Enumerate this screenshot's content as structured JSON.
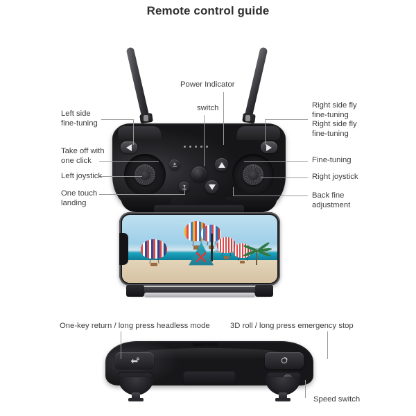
{
  "page": {
    "title": "Remote control guide"
  },
  "top_section": {
    "labels": {
      "left_side_fine_tuning": "Left side\nfine-tuning",
      "take_off_one_click": "Take off with\none click",
      "left_joystick": "Left joystick",
      "one_touch_landing": "One touch\nlanding",
      "power_indicator": "Power Indicator",
      "switch": "switch",
      "right_side_fly_fine_tuning": "Right side fly\nfine-tuning\nRight side fly\nfine-tuning",
      "fine_tuning": "Fine-tuning",
      "right_joystick": "Right joystick",
      "back_fine_adjustment": "Back fine\nadjustment"
    },
    "device": {
      "left_shoulder_icon": "left-arrow-icon",
      "right_shoulder_icon": "right-arrow-icon",
      "takeoff_icon": "takeoff-icon",
      "landing_icon": "landing-icon",
      "up_icon": "up-arrow-icon",
      "down_icon": "down-arrow-icon",
      "power_button_icon": "power-button-icon",
      "led_count": 5
    }
  },
  "phone_preview": {
    "scene_name": "hot-air-balloons-beach",
    "balloon_count": 5
  },
  "bottom_section": {
    "labels": {
      "one_key_return": "One-key return / long press headless mode",
      "three_d_roll": "3D roll / long press emergency stop",
      "speed_switch": "Speed switch"
    },
    "device": {
      "left_pad_icon": "return-home-icon",
      "right_pad_icon": "3d-roll-icon",
      "speed_switch_icon": "speed-switch-icon"
    }
  },
  "colors": {
    "background": "#ffffff",
    "title": "#2f2f2f",
    "label_text": "#3d3d3d",
    "leader_line": "#9a9a9a",
    "device_body": "#26262a"
  }
}
